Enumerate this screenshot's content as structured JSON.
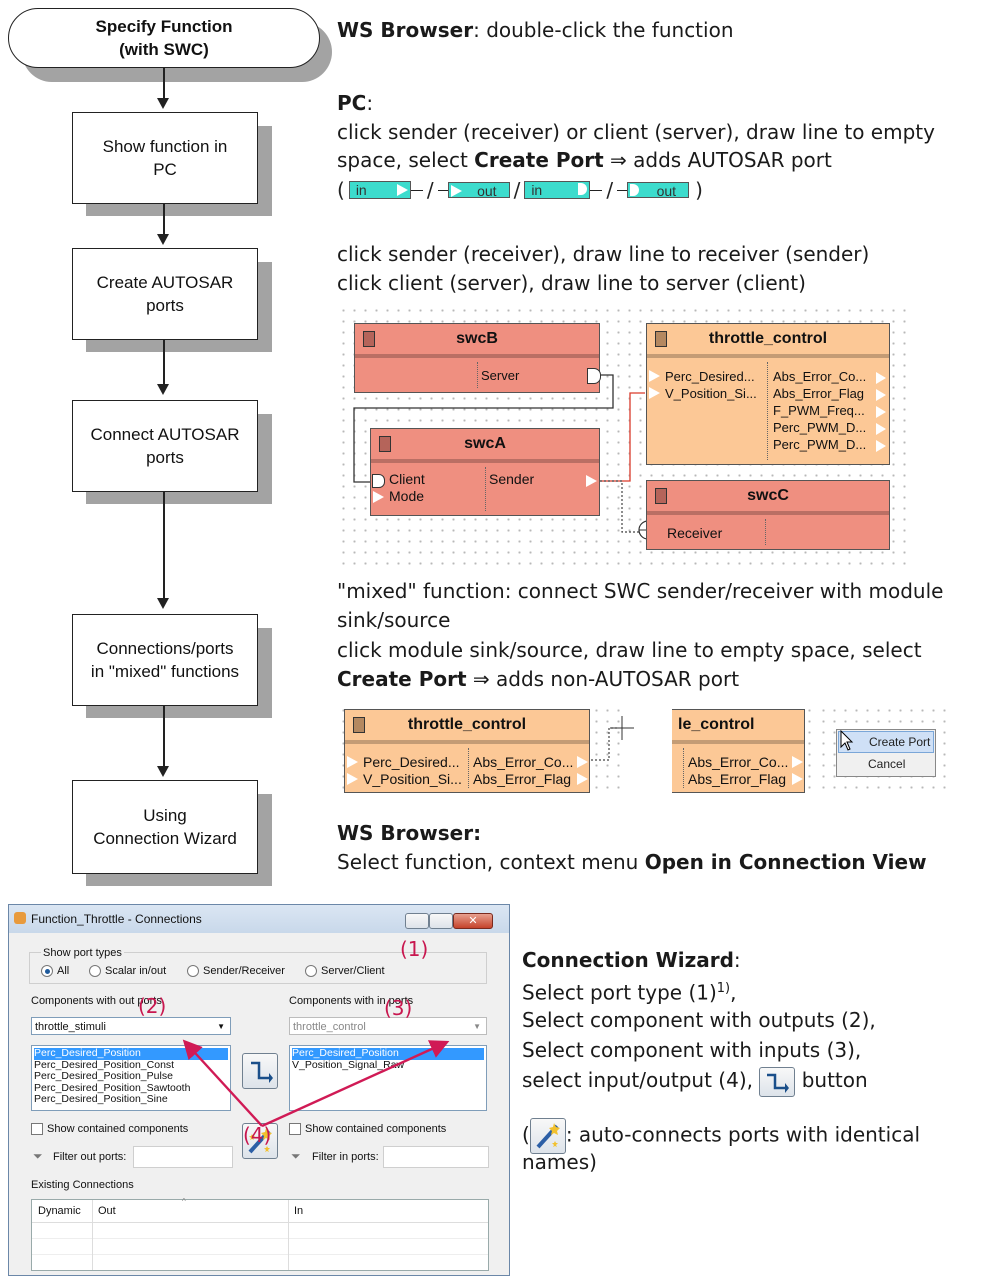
{
  "flowchart": {
    "start": "Specify Function\n(with SWC)",
    "steps": [
      "Show function in\nPC",
      "Create AUTOSAR\nports",
      "Connect AUTOSAR\nports",
      "Connections/ports\nin \"mixed\" functions",
      "Using\nConnection Wizard"
    ]
  },
  "instructions": {
    "ws_browser_label": "WS Browser",
    "ws_browser_text": ": double-click the function",
    "pc_label": "PC",
    "pc_colon": ":",
    "pc_line1": "click sender (receiver) or client (server), draw line to empty",
    "pc_line2_pre": "space, select ",
    "create_port": "Create Port",
    "pc_line2_post": " ⇒  adds AUTOSAR port",
    "legend_in": "in",
    "legend_out": "out",
    "connect_line1": "click sender (receiver), draw line to receiver (sender)",
    "connect_line2": "click client (server), draw line to server (client)",
    "mixed_line1": "\"mixed\" function: connect SWC sender/receiver with module",
    "mixed_line2": "sink/source",
    "mixed_line3": "click module sink/source, draw line to empty space, select",
    "mixed_line4_post": " ⇒ adds non-AUTOSAR port",
    "ws_browser2_label": "WS Browser:",
    "ws_browser2_pre": "Select function, context menu ",
    "open_conn": "Open in Connection View",
    "wizard_label": "Connection Wizard",
    "wizard_colon": ":",
    "wizard_line1": "Select port type (1)",
    "wizard_sup": "1)",
    "wizard_line1_post": ",",
    "wizard_line2": "Select component with outputs (2),",
    "wizard_line3": "Select component with inputs (3),",
    "wizard_line4_pre": "select input/output (4), ",
    "wizard_line4_post": " button",
    "wizard_line5_pre": "(",
    "wizard_line5_post": ":  auto-connects ports with identical",
    "wizard_line6": "names)"
  },
  "swc_diagram": {
    "swcB": {
      "name": "swcB",
      "port": "Server"
    },
    "swcA": {
      "name": "swcA",
      "ports_in": [
        "Client",
        "Mode"
      ],
      "port_out": "Sender"
    },
    "swcC": {
      "name": "swcC",
      "port": "Receiver"
    },
    "throttle": {
      "name": "throttle_control",
      "inputs": [
        "Perc_Desired...",
        "V_Position_Si..."
      ],
      "outputs": [
        "Abs_Error_Co...",
        "Abs_Error_Flag",
        "F_PWM_Freq...",
        "Perc_PWM_D...",
        "Perc_PWM_D..."
      ]
    }
  },
  "mixed_diagram": {
    "left": {
      "name": "throttle_control",
      "inputs": [
        "Perc_Desired...",
        "V_Position_Si..."
      ],
      "outputs": [
        "Abs_Error_Co...",
        "Abs_Error_Flag"
      ]
    },
    "right": {
      "name": "le_control",
      "outputs": [
        "Abs_Error_Co...",
        "Abs_Error_Flag"
      ]
    },
    "menu": [
      "Create Port",
      "Cancel"
    ]
  },
  "window": {
    "title": "Function_Throttle - Connections",
    "port_types_label": "Show port types",
    "port_types": [
      "All",
      "Scalar in/out",
      "Sender/Receiver",
      "Server/Client"
    ],
    "out_label": "Components with out ports",
    "in_label": "Components with in ports",
    "out_combo": "throttle_stimuli",
    "in_combo": "throttle_control",
    "out_ports": [
      "Perc_Desired_Position",
      "Perc_Desired_Position_Const",
      "Perc_Desired_Position_Pulse",
      "Perc_Desired_Position_Sawtooth",
      "Perc_Desired_Position_Sine"
    ],
    "in_ports": [
      "Perc_Desired_Position",
      "V_Position_Signal_Raw"
    ],
    "show_contained": "Show contained components",
    "filter_out": "Filter out ports:",
    "filter_in": "Filter in ports:",
    "existing": "Existing Connections",
    "cols": [
      "Dynamic",
      "Out",
      "In"
    ],
    "annot1": "(1)",
    "annot2": "(2)",
    "annot3": "(3)",
    "annot4": "(4)"
  },
  "colors": {
    "swc_red": "#ef8f80",
    "swc_orange": "#fcc896",
    "port_cyan": "#3ddccd",
    "annotation": "#c8174f"
  }
}
